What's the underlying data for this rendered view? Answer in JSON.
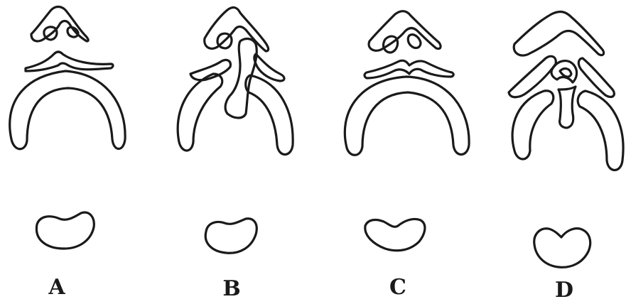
{
  "figure": {
    "panels": [
      {
        "id": "A",
        "label": "A"
      },
      {
        "id": "B",
        "label": "B"
      },
      {
        "id": "C",
        "label": "C"
      },
      {
        "id": "D",
        "label": "D"
      }
    ]
  },
  "colors": {
    "ink": "#1a1a1a",
    "background": "#ffffff"
  }
}
